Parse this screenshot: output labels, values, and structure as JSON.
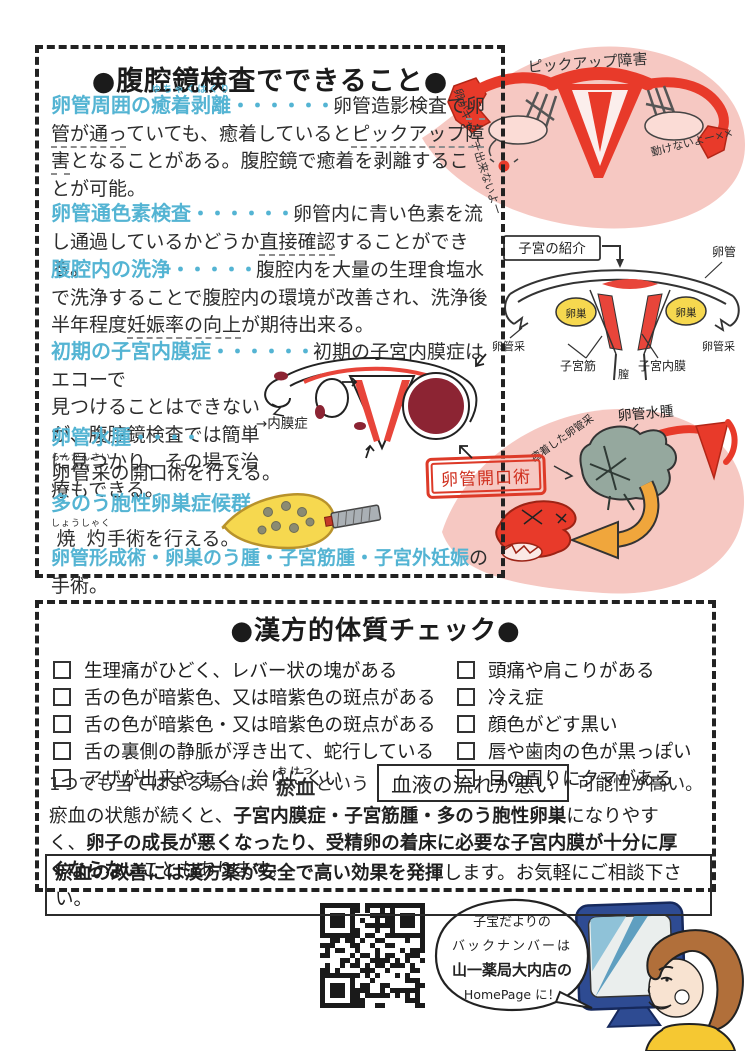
{
  "colors": {
    "accent_teal": "#54b4d3",
    "blob_pink": "#f6c8c2",
    "organ_red": "#e83a2a",
    "maroon": "#8c2433",
    "ovary_yellow": "#f6d84f",
    "sac_gray": "#95a89e",
    "arrow_orange": "#f0a63c",
    "monitor_navy": "#2e4b92",
    "hair_brown": "#b16f3a",
    "shirt_yellow": "#f5c832",
    "label_red": "#dd3a28"
  },
  "lap": {
    "title": "●腹腔鏡検査でできること●",
    "it1": {
      "pre": "卵管周囲の",
      "ruby": "癒着剥離",
      "rt": "ゆちゃくはくり",
      "dots": "・・・・・・",
      "a": "卵管造影検査で",
      "u1": "卵管が通っ",
      "b": "ていても、癒着していると",
      "u2": "ピックアップ障害",
      "c": "となることがある。腹腔鏡で癒着を剥離することが可能。"
    },
    "it2": {
      "head": "卵管通色素検査",
      "dots": "・・・・・・",
      "a": "卵管内に青い色素を流し通過しているかどうか",
      "u": "直接確認",
      "b": "することができる。"
    },
    "it3": {
      "head": "腹腔内の洗浄",
      "dots": "・・・・・",
      "a": "腹腔内を大量の生理食塩水で洗浄することで腹腔内の環境が改善され、洗浄後半年程度",
      "u": "妊娠率の向上",
      "b": "が期待出来る。"
    },
    "it4": {
      "head": "初期の子宮内膜症",
      "dots": "・・・・・・",
      "a": "初期の子宮内膜症はエコーで",
      "b": "見つけることはできないが、腹腔鏡検査では簡単に見つかり、その場で治療もできる。"
    },
    "it5": {
      "head": "卵管水腫",
      "dots": "・・・・",
      "ruby": "卵管采",
      "rt": "らんかんさい",
      "b": "の開口術を行える。"
    },
    "it6": {
      "head": "多のう胞性卵巣症候群",
      "dots": "・・・",
      "ruby": "焼灼",
      "rt": "しょうしゃく",
      "b": "手術を行える。"
    },
    "it7": {
      "teal": "卵管形成術・卵巣のう腫・子宮筋腫・子宮外妊娠",
      "black": "の手術。"
    }
  },
  "illos": {
    "pickup": {
      "caption": "ピックアップ障害",
      "left_note": "卵がキャッチ出来ないよー",
      "right_note": "動けないよー××"
    },
    "intro": {
      "title": "子宮の紹介",
      "tube": "卵管",
      "ovary_l": "卵巣",
      "ovary_r": "卵巣",
      "fimbria_l": "卵管采",
      "fimbria_r": "卵管采",
      "muscle": "子宮筋",
      "lining": "子宮内膜",
      "vagina": "膣"
    },
    "endo": {
      "label": "→内膜症"
    },
    "hydro": {
      "caption": "卵管水腫",
      "adhesion": "癒着した卵管采",
      "surgery": "卵管開口術"
    }
  },
  "kampo": {
    "title": "●漢方的体質チェック●",
    "left": [
      "生理痛がひどく、レバー状の塊がある",
      "舌の色が暗紫色、又は暗紫色の斑点がある",
      "舌の色が暗紫色・又は暗紫色の斑点がある",
      "舌の裏側の静脈が浮き出て、蛇行している",
      "アザが出来やすく、治りにくい"
    ],
    "right": [
      "頭痛や肩こりがある",
      "冷え症",
      "顔色がどす黒い",
      "唇や歯肉の色が黒っぽい",
      "目の周りにクマがある"
    ],
    "p1": {
      "pre": "1つでも当てはまる場合は、",
      "term": "瘀血",
      "rt": "おけつ",
      "mid": "という",
      "box": "血液の流れが悪い",
      "post": "可能性が高い。"
    },
    "p2": {
      "s1": "瘀血の状態が続くと、",
      "s2": "子宮内膜症・子宮筋腫・多のう胞性卵巣",
      "s3": "になりやすく、",
      "s4": "卵子の成長が悪くなったり、受精卵の着床に必要な子宮内膜が十分に厚くならない",
      "s5": "こともあります。"
    },
    "note": {
      "bold": "瘀血の改善には漢方薬が安全で高い効果を発揮",
      "rest": "します。お気軽にご相談下さい。"
    }
  },
  "footer": {
    "bubble": [
      "子宝だよりの",
      "バックナンバーは",
      "山一薬局大内店の",
      "HomePage に！"
    ]
  }
}
